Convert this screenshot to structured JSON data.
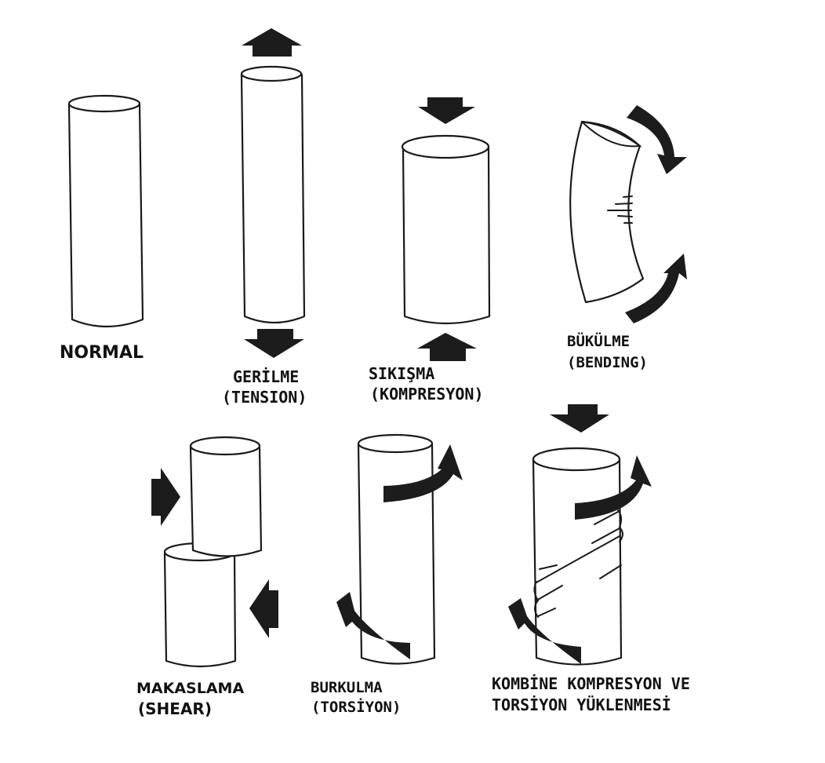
{
  "title": "Loading modes of a bone/cylinder",
  "colors": {
    "ink": "#1a1a1a",
    "arrow": "#1c1c1c",
    "background": "#ffffff"
  },
  "figures": [
    {
      "id": "normal",
      "label_lines": [
        "NORMAL"
      ],
      "icons": []
    },
    {
      "id": "tension",
      "label_lines": [
        "GERİLME",
        "(TENSION)"
      ],
      "icons": [
        "arrow-up-icon",
        "arrow-down-icon"
      ]
    },
    {
      "id": "compression",
      "label_lines": [
        "SIKIŞMA",
        "(KOMPRESYON)"
      ],
      "icons": [
        "arrow-down-icon",
        "arrow-up-icon"
      ]
    },
    {
      "id": "bending",
      "label_lines": [
        "BÜKÜLME",
        "(BENDING)"
      ],
      "icons": [
        "curved-arrow-down-icon",
        "curved-arrow-up-icon"
      ]
    },
    {
      "id": "shear",
      "label_lines": [
        "MAKASLAMA",
        "(SHEAR)"
      ],
      "icons": [
        "arrow-right-icon",
        "arrow-left-icon"
      ]
    },
    {
      "id": "torsion",
      "label_lines": [
        "BURKULMA",
        "(TORSİYON)"
      ],
      "icons": [
        "rotate-arrow-icon",
        "rotate-arrow-icon"
      ]
    },
    {
      "id": "combined",
      "label_lines": [
        "KOMBİNE KOMPRESYON VE",
        "TORSİYON YÜKLENMESİ"
      ],
      "icons": [
        "arrow-down-icon",
        "rotate-arrow-icon",
        "rotate-arrow-icon"
      ]
    }
  ]
}
